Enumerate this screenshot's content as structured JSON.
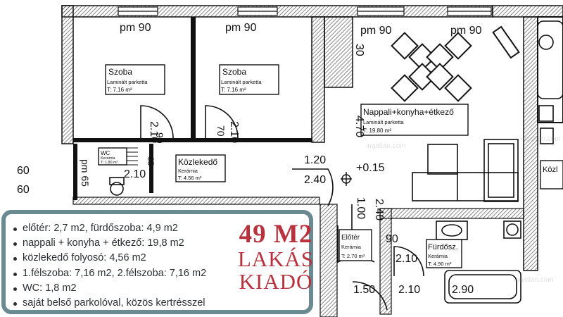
{
  "floorplan": {
    "rooms": [
      {
        "id": "szoba1",
        "name": "Szoba",
        "material": "Laminált parketta",
        "area": "T: 7.16 m²"
      },
      {
        "id": "szoba2",
        "name": "Szoba",
        "material": "Laminált parketta",
        "area": "T: 7.16 m²"
      },
      {
        "id": "nappali",
        "name": "Nappali+konyha+étkező",
        "material": "Laminált parketta",
        "area": "T: 19.80 m²"
      },
      {
        "id": "kozlekedo",
        "name": "Közlekedő",
        "material": "Kerámia",
        "area": "T: 4.56 m²"
      },
      {
        "id": "wc",
        "name": "WC",
        "material": "Kerámia",
        "area": "T: 1.80 m²"
      },
      {
        "id": "eloter",
        "name": "Előtér",
        "material": "Kerámia",
        "area": "T: 2.70 m²"
      },
      {
        "id": "furdo",
        "name": "Fürdősz.",
        "material": "Kerámia",
        "area": "T: 4.90 m²"
      },
      {
        "id": "edge_room",
        "name": "Közl"
      }
    ],
    "dimensions": {
      "pm1": "pm 90",
      "pm2": "pm 90",
      "pm3": "pm 90",
      "pm4": "pm 90",
      "win30": "30",
      "h470": "4.70",
      "door1": "2.10",
      "door1b": "90",
      "door2": "2.10",
      "door2b": "70",
      "wcdoor": "2.10",
      "wcdoor_b": "65",
      "w120": "1.20",
      "h240": "2.40",
      "lvl": "+0.15",
      "left60a": "60",
      "left60b": "60",
      "pm65": "pm 65",
      "d100": "1.00",
      "d240b": "2.40",
      "furdo90": "90",
      "furdo210": "2.10",
      "b290": "2.90",
      "b150": "1.50",
      "b210": "2.10"
    },
    "watermark": "ingatlan.com"
  },
  "listing": {
    "bullets": [
      "előtér: 2,7 m2, fürdőszoba: 4,9 m2",
      "nappali + konyha + étkező: 19,8 m2",
      "közlekedő folyosó: 4,56 m2",
      "1.félszoba: 7,16 m2, 2.félszoba: 7,16 m2",
      "WC: 1,8 m2",
      "saját belső parkolóval, közös kertrésszel"
    ],
    "headline": {
      "size": "49 M2",
      "line1": "LAKÁS",
      "line2": "KIADÓ"
    }
  },
  "colors": {
    "card_border": "#6a8a91",
    "headline": "#b8323e",
    "wall_hatch": "#555555"
  }
}
